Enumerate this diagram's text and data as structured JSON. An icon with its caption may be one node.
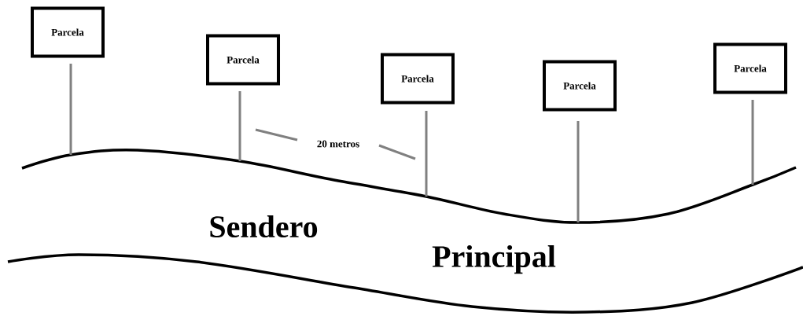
{
  "diagram": {
    "nodes": [
      {
        "text": [
          "Parcela"
        ]
      },
      {
        "text": [
          "Parcela"
        ]
      },
      {
        "text": [
          "Parcela"
        ]
      },
      {
        "text": [
          "Parcela"
        ]
      },
      {
        "text": [
          "Parcela"
        ]
      }
    ],
    "labels": [
      "20 metros",
      "Sendero",
      "Principal"
    ]
  }
}
